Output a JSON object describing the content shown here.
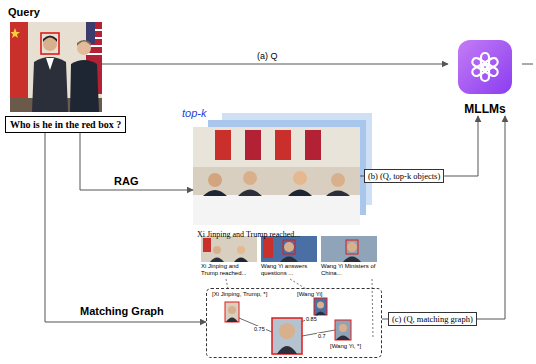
{
  "diagram": {
    "nodes": [
      {
        "text": [
          "Query"
        ]
      },
      {
        "text": [
          "Who is he in the red box ?"
        ]
      },
      {
        "text": [
          "MLLMs"
        ]
      },
      {
        "text": [
          "Xi Jinping and Trump reached..."
        ]
      },
      {
        "text": [
          "(b) (Q, top-k objects)"
        ]
      },
      {
        "text": [
          "[Xi Jinping, Trump, *]",
          "[Wang Yi]",
          "[Wang Yi, *]",
          "0.75",
          "0.85",
          "0.7"
        ]
      },
      {
        "text": [
          "(c) (Q, matching graph)"
        ]
      }
    ],
    "edges": [
      {
        "from": 0,
        "to": 2,
        "label": "(a) Q",
        "arrow": "to"
      },
      {
        "from": 1,
        "to": 3,
        "label": "RAG",
        "arrow": "to"
      },
      {
        "from": 3,
        "to": 4,
        "arrow": "none"
      },
      {
        "from": 4,
        "to": 2,
        "arrow": "to"
      },
      {
        "from": 1,
        "to": 5,
        "label": "Matching Graph",
        "arrow": "to"
      },
      {
        "from": 5,
        "to": 6,
        "arrow": "none"
      },
      {
        "from": 6,
        "to": 2,
        "arrow": "to"
      }
    ],
    "labels": [
      "top-k",
      "Xi Jinping and Trump reached...",
      "Wang Yi answers questions ...",
      "Wang Yi Ministers of China..."
    ]
  }
}
